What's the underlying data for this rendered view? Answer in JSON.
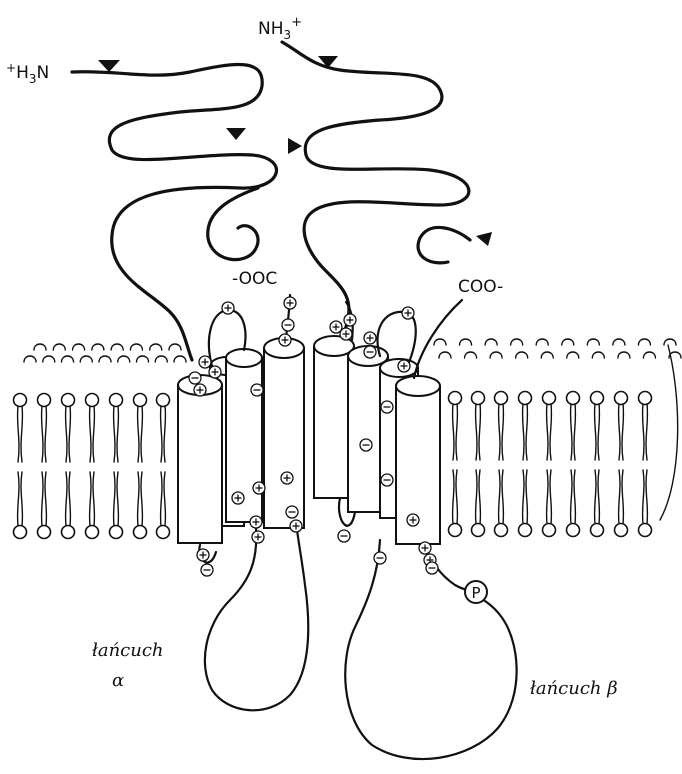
{
  "labels": {
    "nh3_left_prefix": "+",
    "nh3_left_main": "H",
    "nh3_left_sub": "3",
    "nh3_left_end": "N",
    "nh3_right_main": "NH",
    "nh3_right_sub": "3",
    "nh3_right_sup": "+",
    "cooh_left": "-OOC",
    "coo_right": "COO-",
    "chain_alpha_word": "łańcuch",
    "chain_alpha_symbol": "α",
    "chain_beta": "łańcuch β",
    "phospho": "P"
  },
  "colors": {
    "ink": "#111111",
    "background": "#ffffff"
  }
}
